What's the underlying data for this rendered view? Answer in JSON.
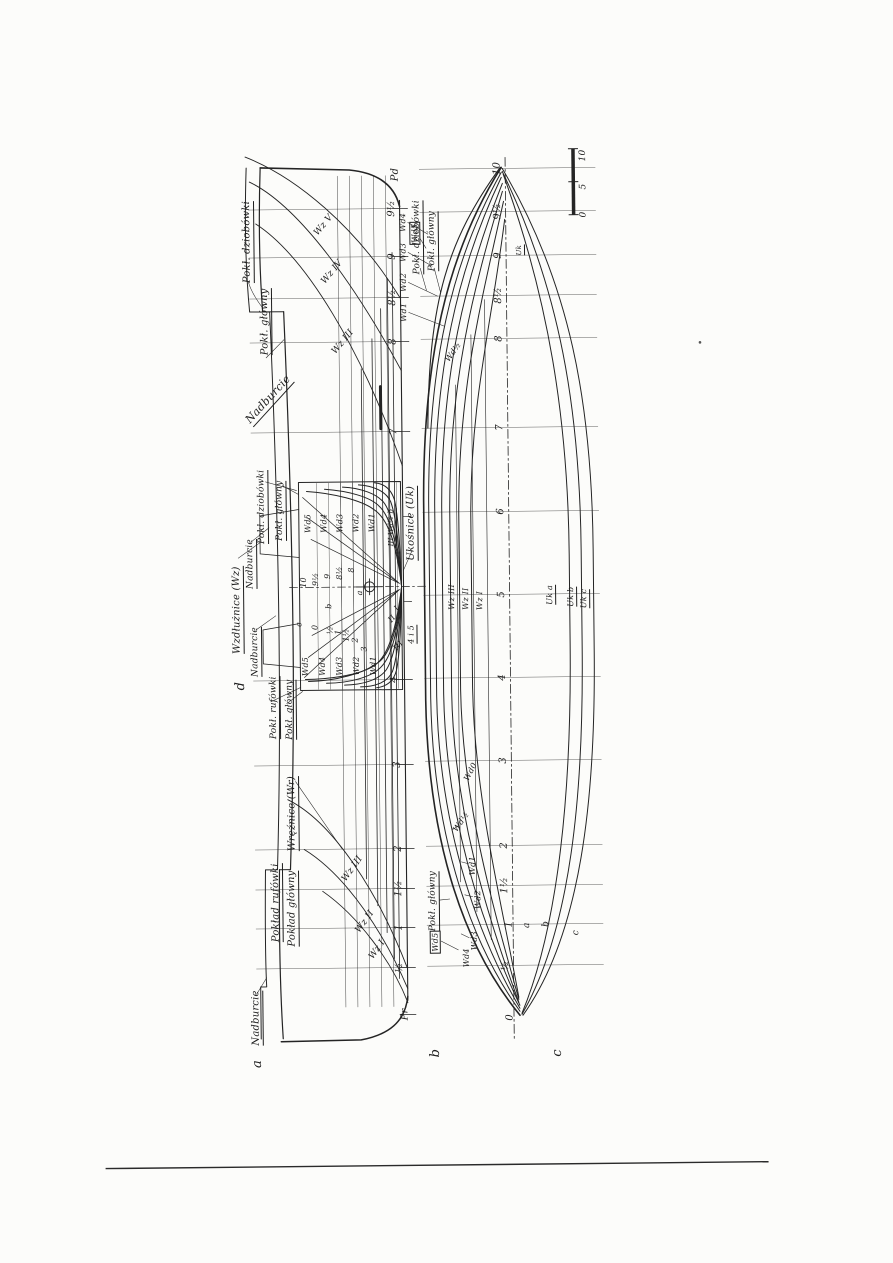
{
  "page": {
    "background": "#fcfcfa",
    "ink": "#242424"
  },
  "markers": {
    "a": "a",
    "b": "b",
    "c": "c",
    "d": "d"
  },
  "scalebar": {
    "t0": "0",
    "t5": "5",
    "t10": "10"
  },
  "axis_sheer": {
    "top": "Pd",
    "bottom": "Pr",
    "s95": "9½",
    "s9": "9",
    "s85": "8½",
    "s8": "8",
    "s7": "7",
    "s4": "4",
    "s3": "3",
    "s2": "2",
    "s15": "1½",
    "s1": "1",
    "s05": "½"
  },
  "axis_plan": {
    "s10": "10",
    "s95": "9½",
    "s9": "9",
    "s85": "8½",
    "s8": "8",
    "s7": "7",
    "s6": "6",
    "s5": "5",
    "s4": "4",
    "s3": "3",
    "s2": "2",
    "s15": "1½",
    "s1": "1",
    "s05": "½",
    "s0": "0"
  },
  "sheer": {
    "pokl_dziobowki": "Pokł. dziobówki",
    "pokl_glowny": "Pokł. główny",
    "nadburcie_bow": "Nadburcie",
    "wz5": "Wz V",
    "wz4": "Wz IV",
    "wz3": "Wz III",
    "wz3_stern": "Wz III",
    "wz2_stern": "Wz II",
    "wz1_stern": "Wz I",
    "poklad_rufowki": "Pokład rufówki",
    "poklad_glowny": "Pokład główny",
    "nadburcie_stern": "Nadburcie",
    "wreznice": "Wręźnice (Wr)",
    "wzdluznice": "Wzdłużnice (Wz)",
    "nadburcie_mid1": "Nadburcie",
    "nadburcie_mid2": "Nadburcie"
  },
  "body": {
    "pokl_dziobowki": "Pokł. dziobówki",
    "pokl_glowny": "Pokł. główny",
    "pokl_rufowki": "Pokł. rufówki",
    "pokl_glowny2": "Pokł. główny",
    "ukosnice": "Ukośnice (Uk)",
    "wd_bow": [
      "Wd5",
      "Wd4",
      "Wd3",
      "Wd2",
      "Wd1"
    ],
    "wd_stern": [
      "Wd5",
      "Wd4",
      "Wd3",
      "Wd2",
      "Wd1"
    ],
    "sec_bow": [
      "10",
      "9½",
      "9",
      "8½",
      "8"
    ],
    "sec_stern": [
      "0",
      "½",
      "1",
      "1½",
      "2",
      "3"
    ],
    "diag_stern": [
      "a",
      "b",
      "c"
    ],
    "wd_half_tag": "III Wd½ b",
    "roman_i": "I",
    "roman_ii": "II",
    "roman_iii": "III",
    "note": "4 i 5"
  },
  "plan": {
    "pokl_dziobowki": "Pokł. dziobówki",
    "pokl_glowny": "Pokł. główny",
    "wd_bow": [
      "Wd4",
      "Wd3",
      "Wd2",
      "Wd1"
    ],
    "wd5_bow": "Wd5",
    "wd_half_bow": "Wd½",
    "wz": [
      "Wz III",
      "Wz II",
      "Wz I"
    ],
    "wd0": "Wd0",
    "pokl_glowny_stern": "Pokł. główny",
    "wd5_stern": "Wd5",
    "wd4_stern": "Wd4",
    "wd3_stern": "Wd3",
    "wd2_stern": "Wd2",
    "wd1_stern": "Wd1",
    "wd_half_stern": "Wd½",
    "uk_a": "Uk a",
    "uk_b": "Uk b",
    "uk_c": "Uk c",
    "diag": [
      "a",
      "b",
      "c"
    ],
    "uk_small": "Uk"
  }
}
